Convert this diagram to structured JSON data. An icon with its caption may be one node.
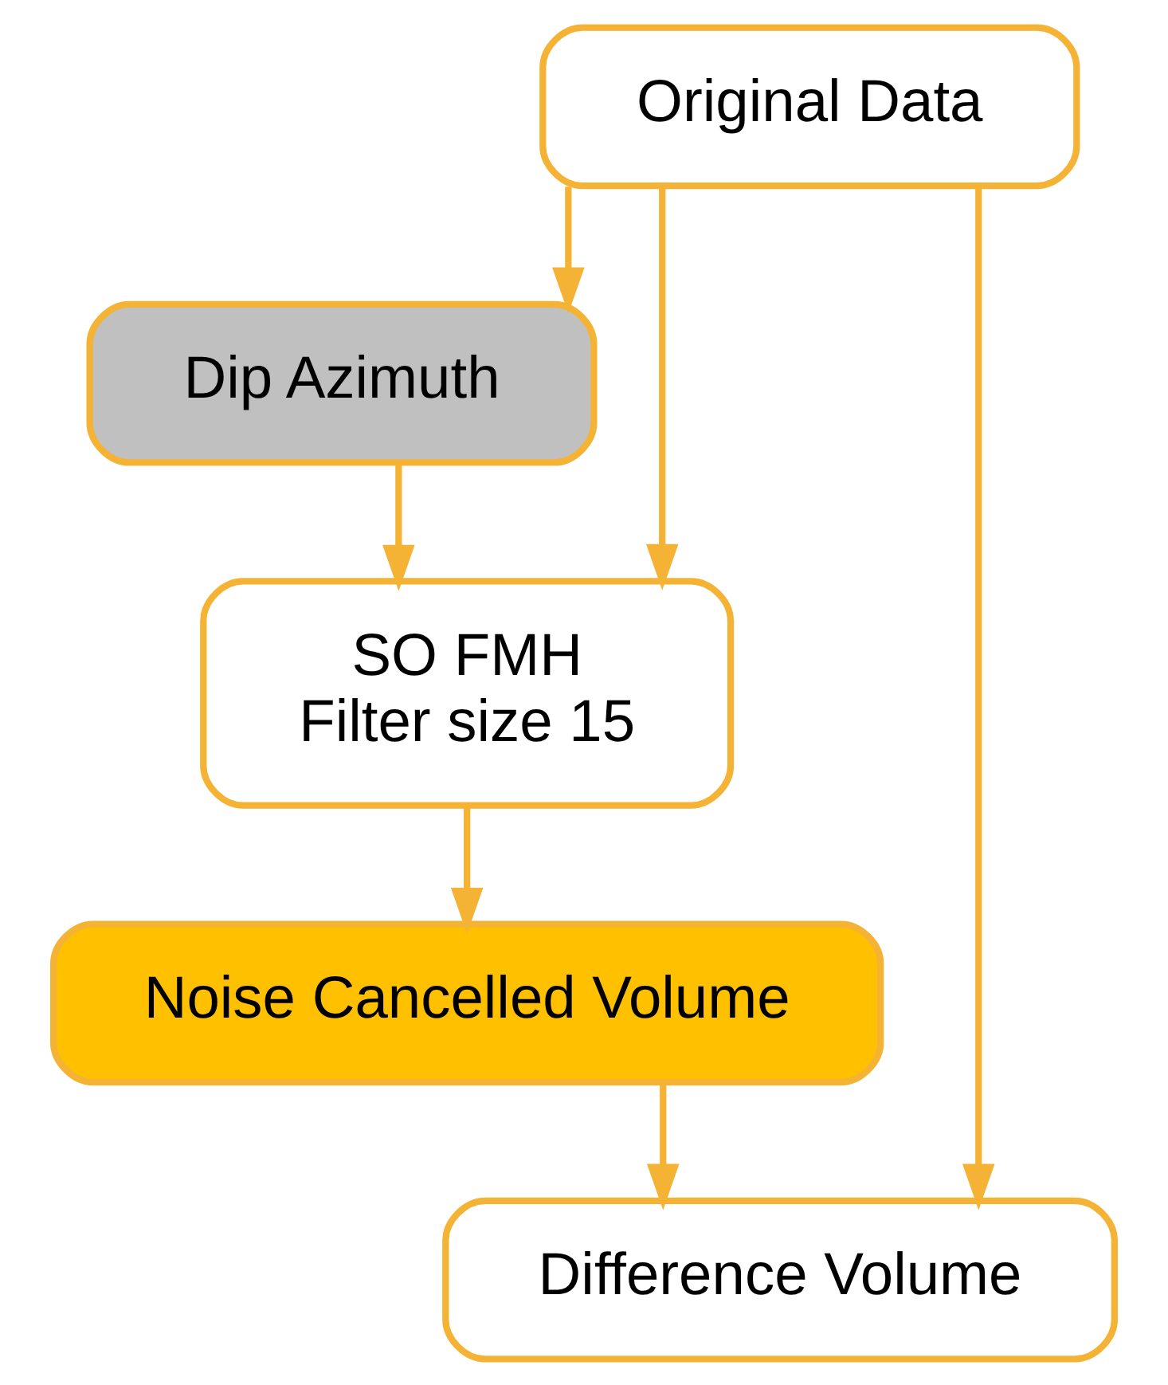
{
  "diagram": {
    "nodes": [
      {
        "text": [
          "Original Data"
        ]
      },
      {
        "text": [
          "Dip Azimuth"
        ]
      },
      {
        "text": [
          "SO FMH",
          "Filter size 15"
        ]
      },
      {
        "text": [
          "Noise Cancelled Volume"
        ]
      },
      {
        "text": [
          "Difference Volume"
        ]
      }
    ],
    "edges": [
      {
        "from": 0,
        "to": 1,
        "arrow": "to"
      },
      {
        "from": 0,
        "to": 2,
        "arrow": "to"
      },
      {
        "from": 1,
        "to": 2,
        "arrow": "to"
      },
      {
        "from": 2,
        "to": 3,
        "arrow": "to"
      },
      {
        "from": 3,
        "to": 4,
        "arrow": "to"
      },
      {
        "from": 0,
        "to": 4,
        "arrow": "to"
      }
    ]
  }
}
